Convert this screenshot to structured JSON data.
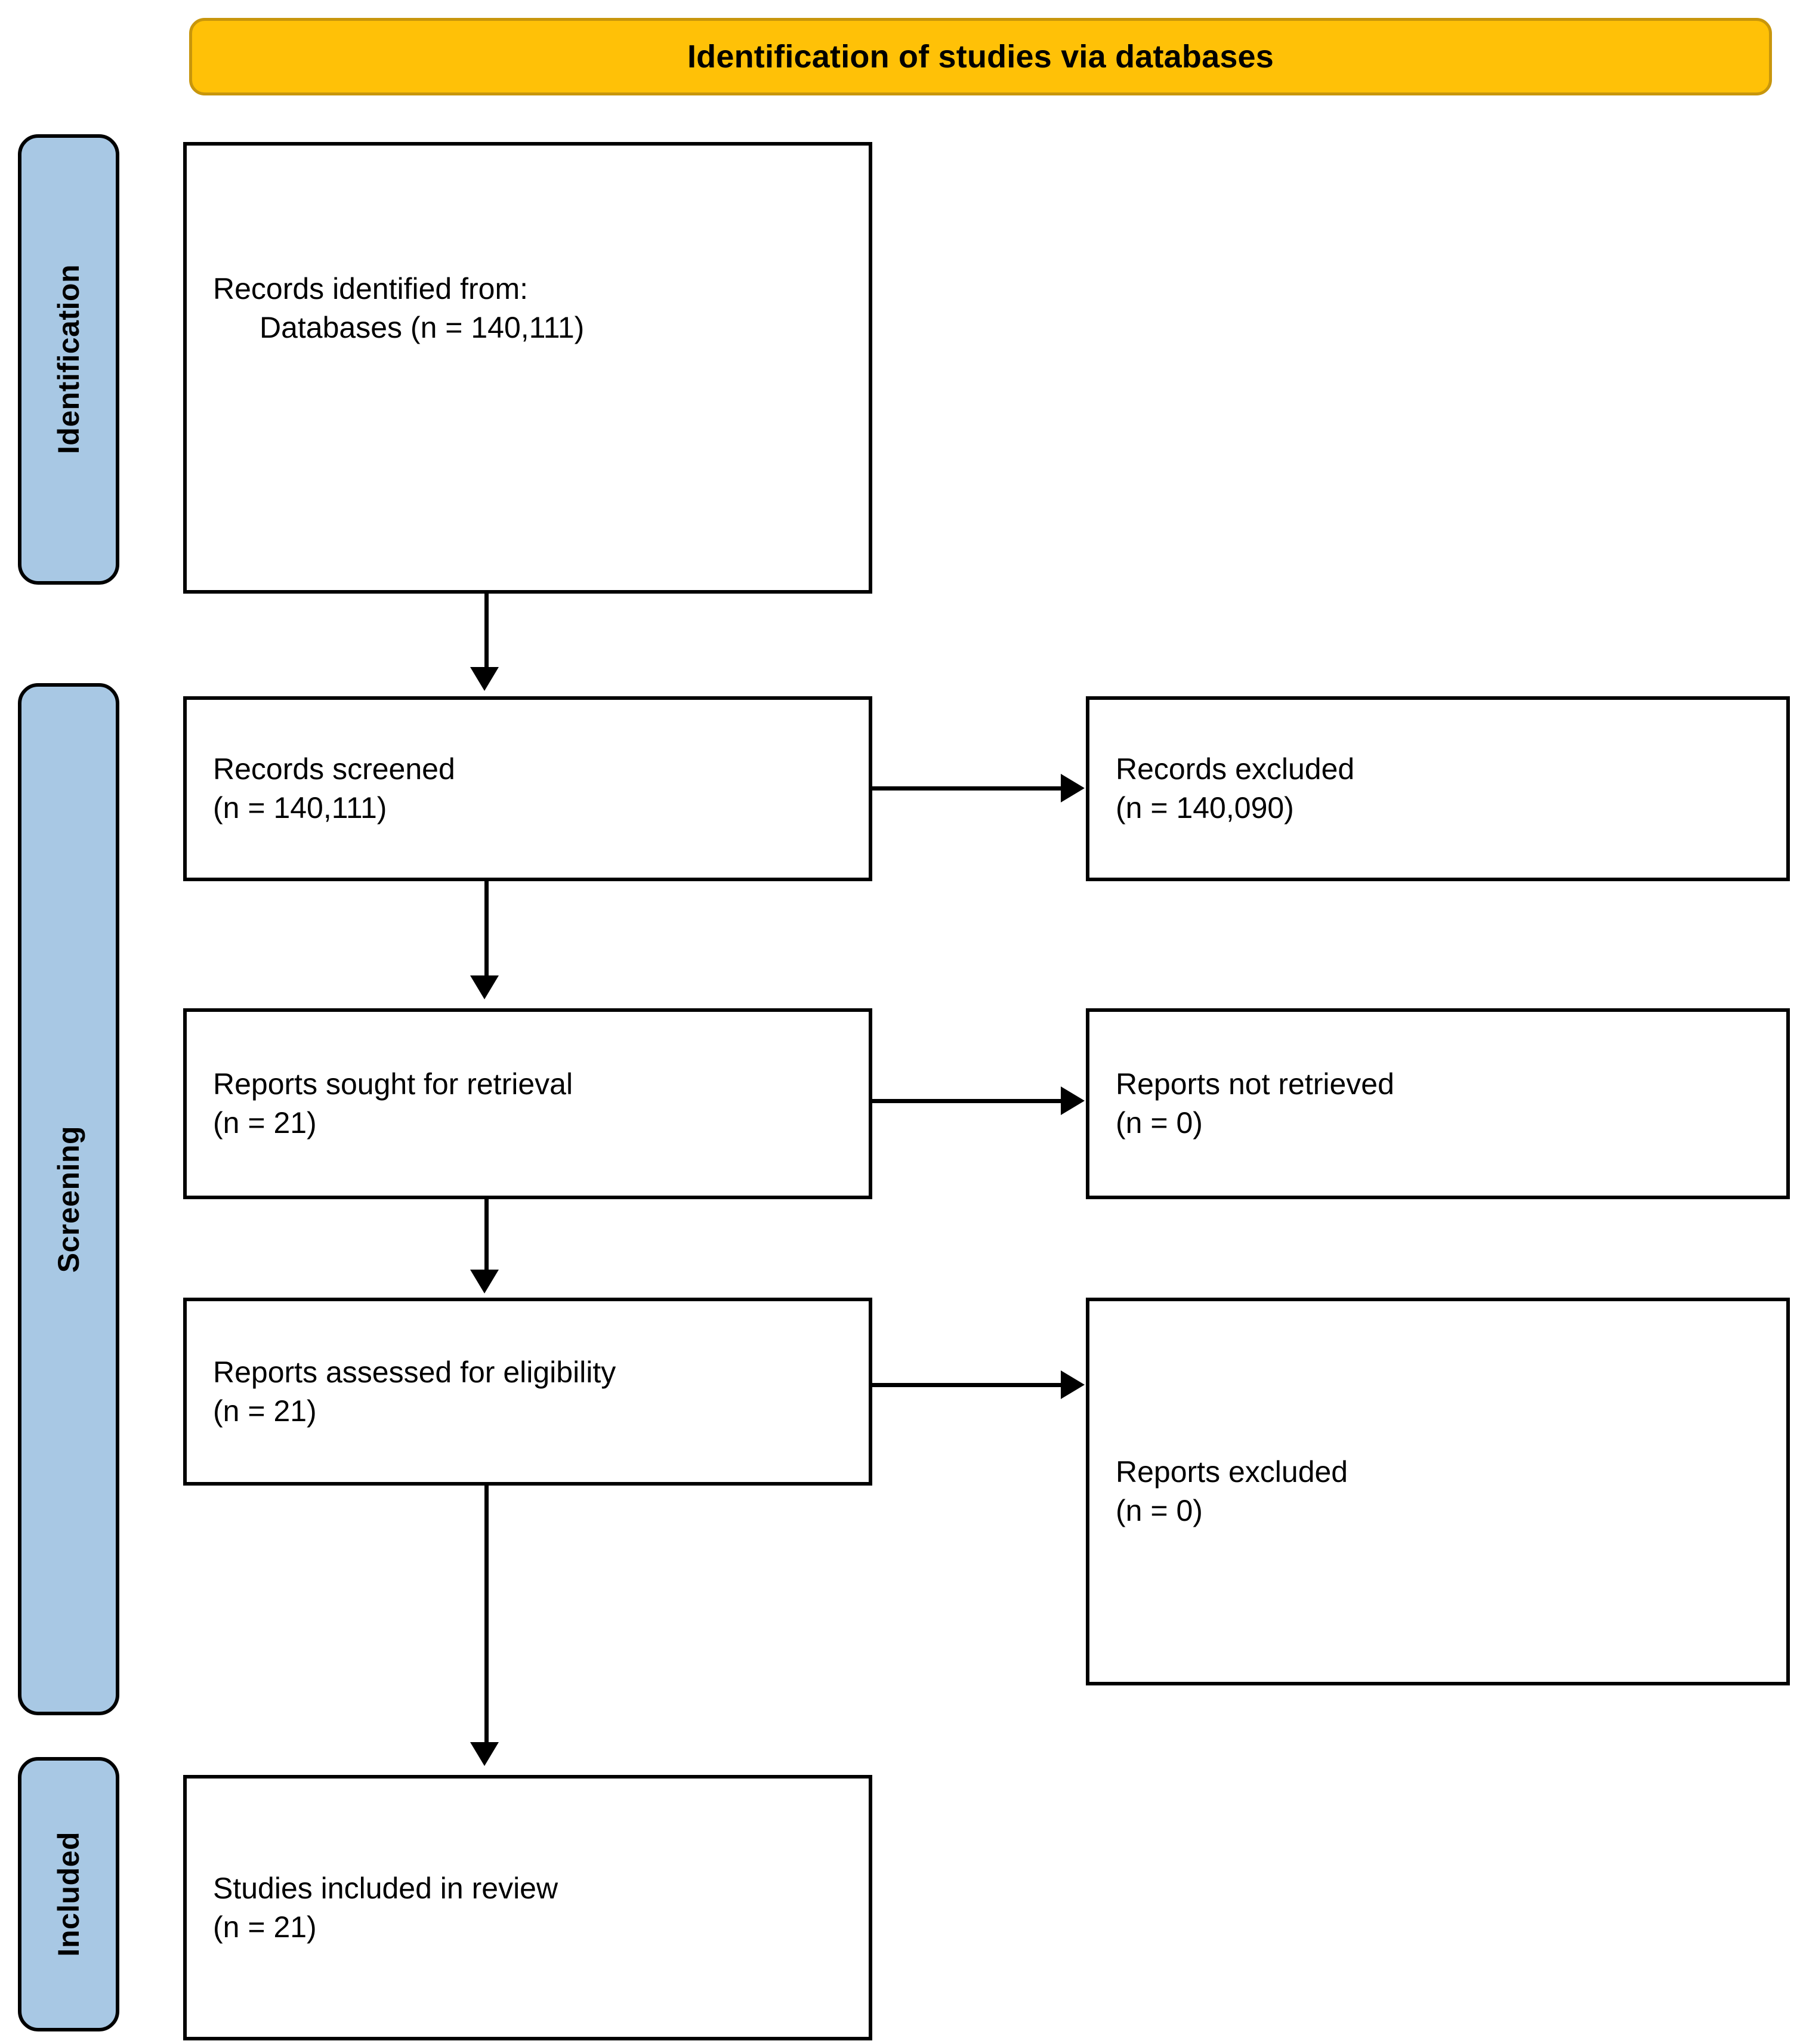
{
  "header": {
    "title": "Identification of studies via databases",
    "fill_color": "#FFC107",
    "border_color": "#C8960C"
  },
  "stages": {
    "fill_color": "#A8C8E4",
    "identification": "Identification",
    "screening": "Screening",
    "included": "Included"
  },
  "boxes": {
    "identified": {
      "line1": "Records identified from:",
      "line2": "Databases (n = 140,111)"
    },
    "screened": {
      "line1": "Records screened",
      "line2": "(n = 140,111)"
    },
    "records_excluded": {
      "line1": "Records excluded",
      "line2": "(n = 140,090)"
    },
    "sought": {
      "line1": "Reports sought for retrieval",
      "line2": "(n = 21)"
    },
    "not_retrieved": {
      "line1": "Reports not retrieved",
      "line2": "(n = 0)"
    },
    "assessed": {
      "line1": "Reports assessed for eligibility",
      "line2": "(n = 21)"
    },
    "reports_excluded": {
      "line1": "Reports excluded",
      "line2": "(n = 0)"
    },
    "studies_included": {
      "line1": "Studies included in review",
      "line2": "(n = 21)"
    }
  },
  "chart_data": {
    "type": "flowchart",
    "title": "Identification of studies via databases",
    "stages": [
      "Identification",
      "Screening",
      "Included"
    ],
    "nodes": [
      {
        "id": "identified",
        "stage": "Identification",
        "label": "Records identified from: Databases",
        "n": 140111
      },
      {
        "id": "screened",
        "stage": "Screening",
        "label": "Records screened",
        "n": 140111
      },
      {
        "id": "records_excluded",
        "stage": "Screening",
        "label": "Records excluded",
        "n": 140090
      },
      {
        "id": "sought",
        "stage": "Screening",
        "label": "Reports sought for retrieval",
        "n": 21
      },
      {
        "id": "not_retrieved",
        "stage": "Screening",
        "label": "Reports not retrieved",
        "n": 0
      },
      {
        "id": "assessed",
        "stage": "Screening",
        "label": "Reports assessed for eligibility",
        "n": 21
      },
      {
        "id": "reports_excluded",
        "stage": "Screening",
        "label": "Reports excluded",
        "n": 0
      },
      {
        "id": "studies_included",
        "stage": "Included",
        "label": "Studies included in review",
        "n": 21
      }
    ],
    "edges": [
      {
        "from": "identified",
        "to": "screened",
        "direction": "down"
      },
      {
        "from": "screened",
        "to": "records_excluded",
        "direction": "right"
      },
      {
        "from": "screened",
        "to": "sought",
        "direction": "down"
      },
      {
        "from": "sought",
        "to": "not_retrieved",
        "direction": "right"
      },
      {
        "from": "sought",
        "to": "assessed",
        "direction": "down"
      },
      {
        "from": "assessed",
        "to": "reports_excluded",
        "direction": "right"
      },
      {
        "from": "assessed",
        "to": "studies_included",
        "direction": "down"
      }
    ]
  }
}
